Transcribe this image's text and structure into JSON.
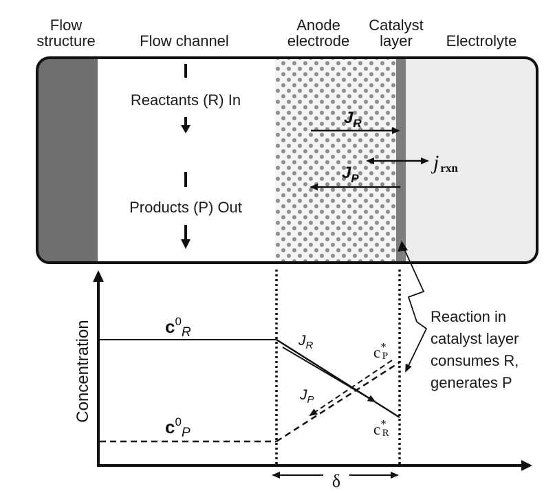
{
  "headers": {
    "flow_structure": [
      "Flow",
      "structure"
    ],
    "flow_channel": "Flow channel",
    "anode_electrode": [
      "Anode",
      "electrode"
    ],
    "catalyst_layer": [
      "Catalyst",
      "layer"
    ],
    "electrolyte": "Electrolyte"
  },
  "flow": {
    "reactants_in": "Reactants (R) In",
    "products_out": "Products (P) Out"
  },
  "fluxes": {
    "jr_main": "J",
    "jr_sub": "R",
    "jp_main": "J",
    "jp_sub": "P",
    "jrxn_main": "j",
    "jrxn_sub": "rxn"
  },
  "plot": {
    "ylabel": "Concentration",
    "c0r_main": "c",
    "c0r_sup": "0",
    "c0r_sub": "R",
    "c0p_main": "c",
    "c0p_sup": "0",
    "c0p_sub": "P",
    "jr_main": "J",
    "jr_sub": "R",
    "jp_main": "J",
    "jp_sub": "P",
    "cp_star_main": "c",
    "cp_star_sup": "*",
    "cp_star_sub": "P",
    "cr_star_main": "c",
    "cr_star_sup": "*",
    "cr_star_sub": "R",
    "delta": "δ"
  },
  "annotation": [
    "Reaction in",
    "catalyst layer",
    "consumes R,",
    "generates P"
  ],
  "colors": {
    "flow_structure": "#6f6f6f",
    "anode_fill": "#f2f2f2",
    "anode_dots": "#8a8a8a",
    "catalyst": "#7d7d7d",
    "electrolyte": "#ececec",
    "ink": "#111111"
  }
}
